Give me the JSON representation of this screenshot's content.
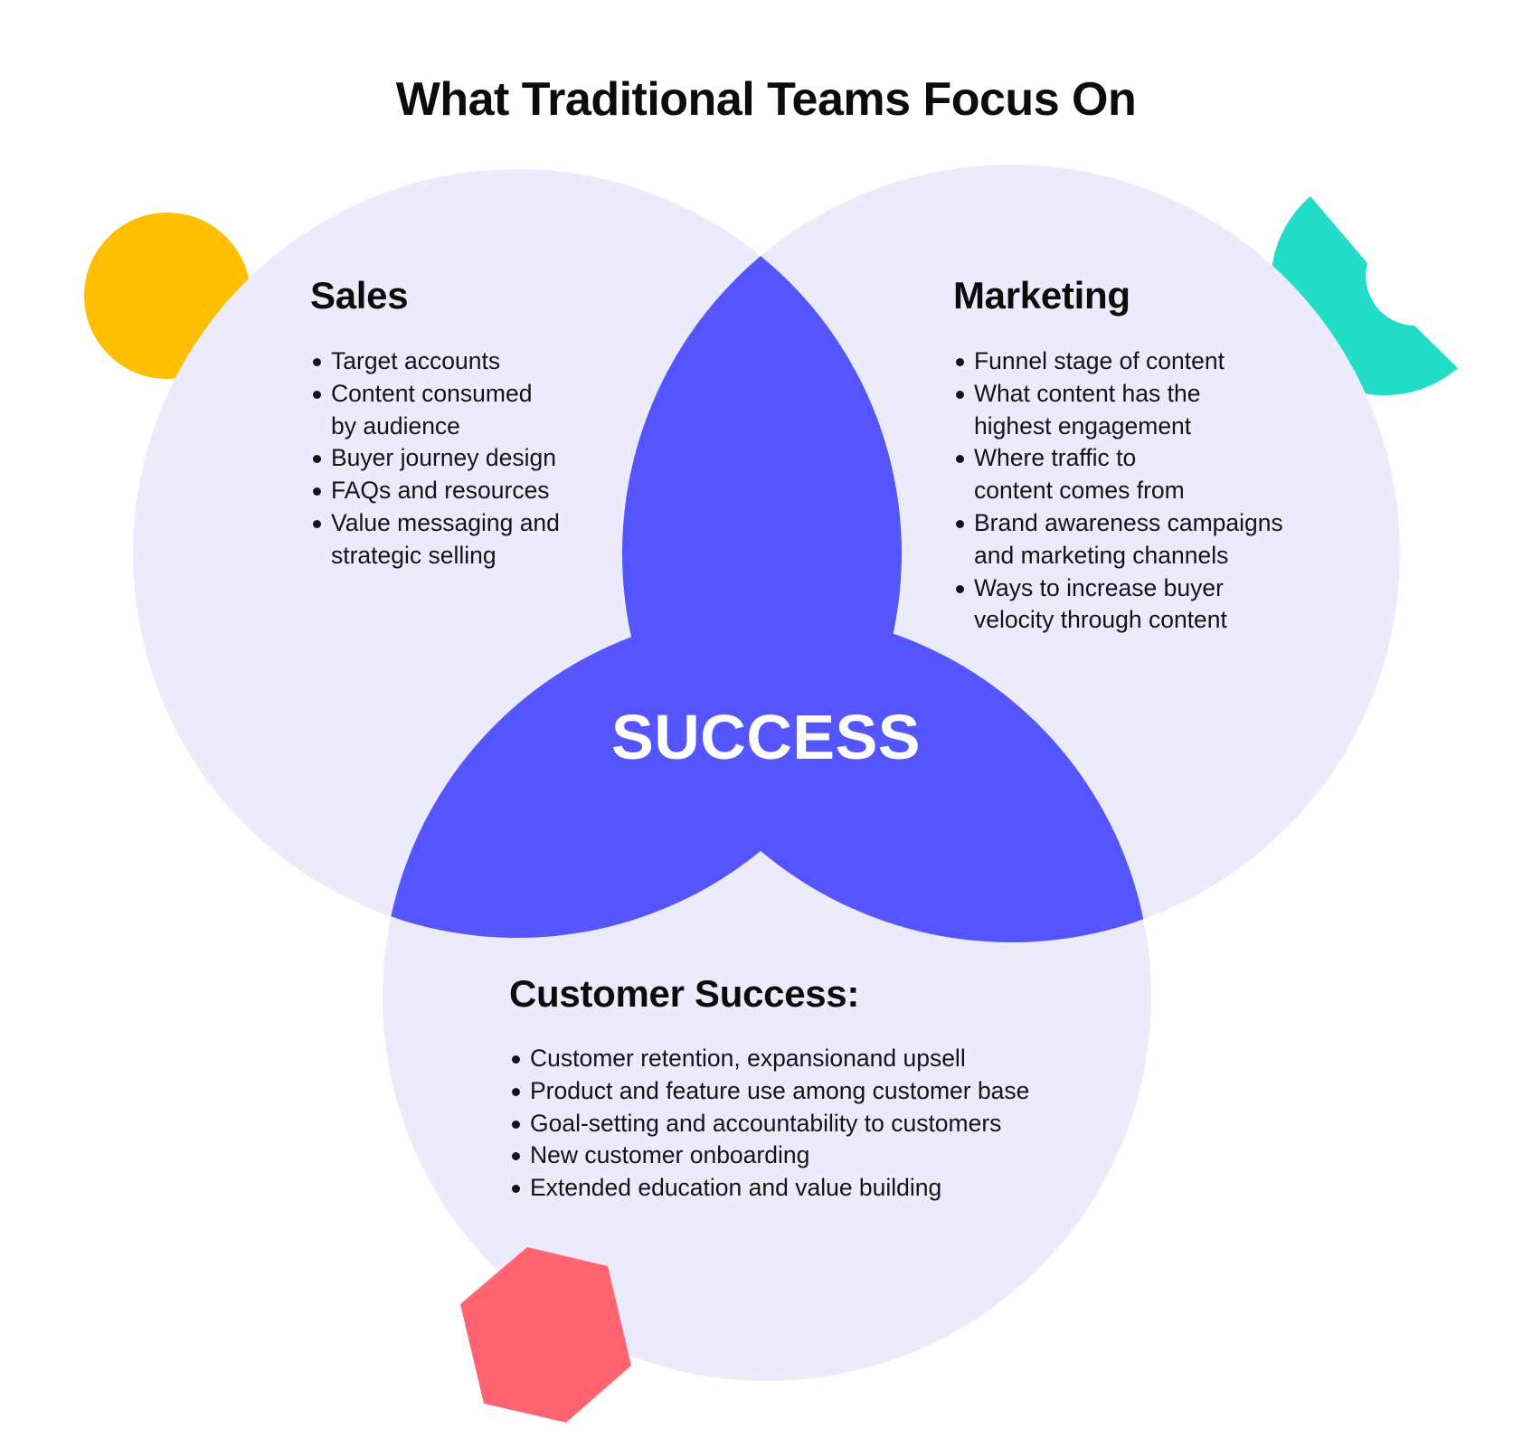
{
  "title": "What Traditional Teams Focus On",
  "center_label": "SUCCESS",
  "colors": {
    "circle_fill": "#ecebfc",
    "overlap_fill": "#5555ff",
    "yellow_shape": "#ffbe00",
    "teal_shape": "#22dcc8",
    "red_shape": "#ff6470",
    "text": "#0c0c0c"
  },
  "decorations": [
    "yellow-circle",
    "teal-ring-arc",
    "red-hexagon"
  ],
  "sales": {
    "heading": "Sales",
    "items": [
      "Target accounts",
      "Content consumed",
      "by audience",
      "Buyer journey design",
      "FAQs and resources",
      "Value messaging and",
      "strategic selling"
    ]
  },
  "marketing": {
    "heading": "Marketing",
    "items": [
      "Funnel stage of content",
      "What content has the",
      "highest engagement",
      "Where traffic to",
      "content comes from",
      "Brand awareness campaigns",
      "and marketing channels",
      "Ways to increase buyer",
      "velocity through content"
    ]
  },
  "customer_success": {
    "heading": "Customer Success:",
    "items": [
      "Customer retention, expansionand upsell",
      "Product and feature use among customer base",
      "Goal-setting and accountability to customers",
      "New customer onboarding",
      "Extended education and value building"
    ]
  }
}
